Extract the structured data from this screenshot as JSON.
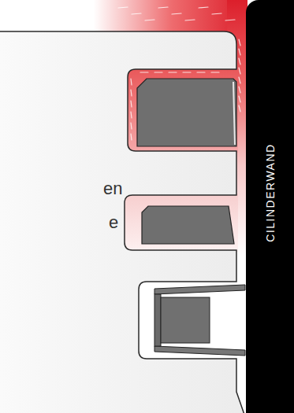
{
  "diagram": {
    "nodes": [
      {
        "text": [
          "CILINDERWAND"
        ]
      }
    ],
    "labels": [
      "en",
      "e"
    ]
  }
}
